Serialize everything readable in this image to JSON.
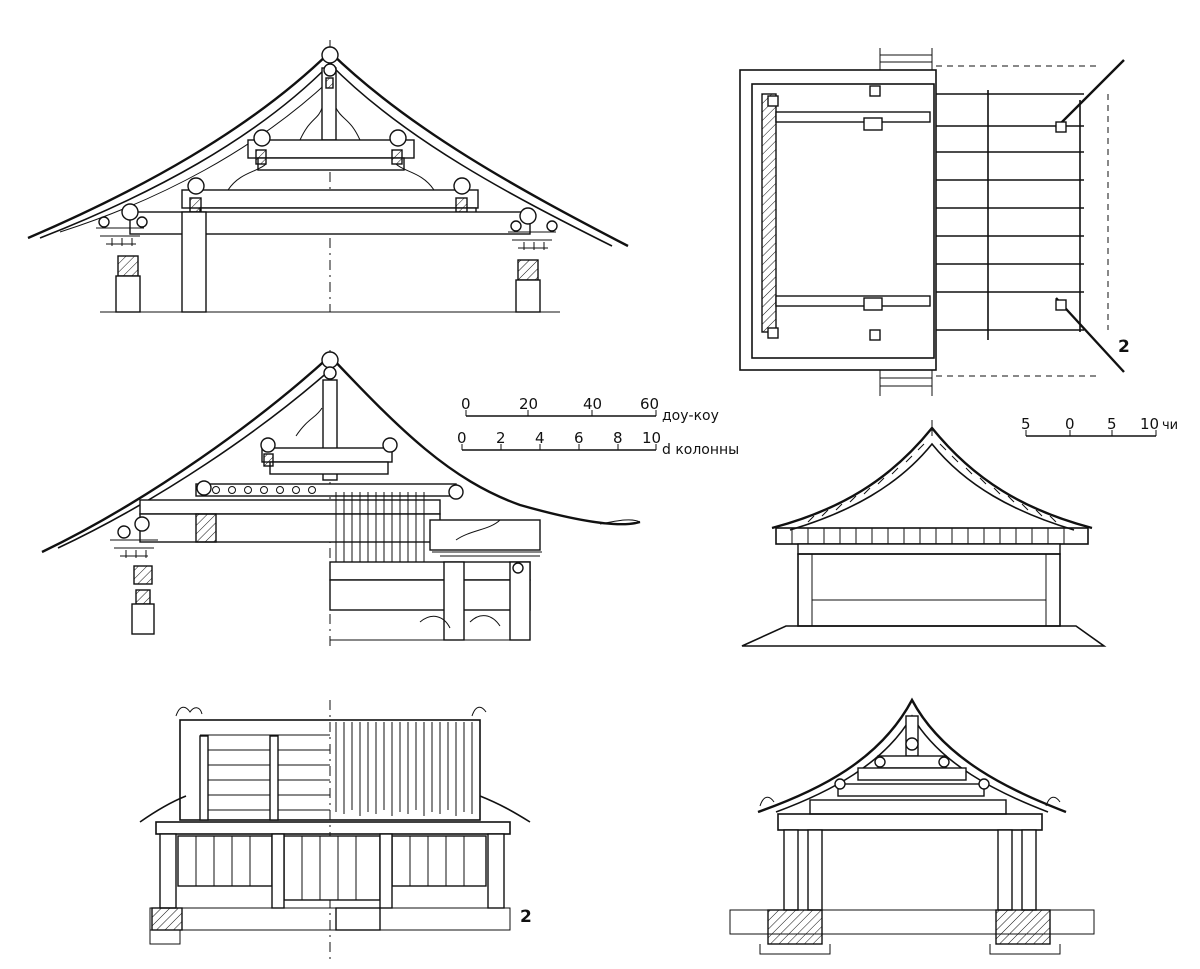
{
  "scale_doukou": {
    "ticks": [
      "0",
      "20",
      "40",
      "60"
    ],
    "unit": "доу-коу"
  },
  "scale_columns": {
    "ticks": [
      "0",
      "2",
      "4",
      "6",
      "8",
      "10"
    ],
    "unit": "d колонны"
  },
  "scale_chi": {
    "ticks": [
      "5",
      "0",
      "5",
      "10"
    ],
    "unit": "чи"
  },
  "plan_label": "2",
  "elevation_label": "2"
}
